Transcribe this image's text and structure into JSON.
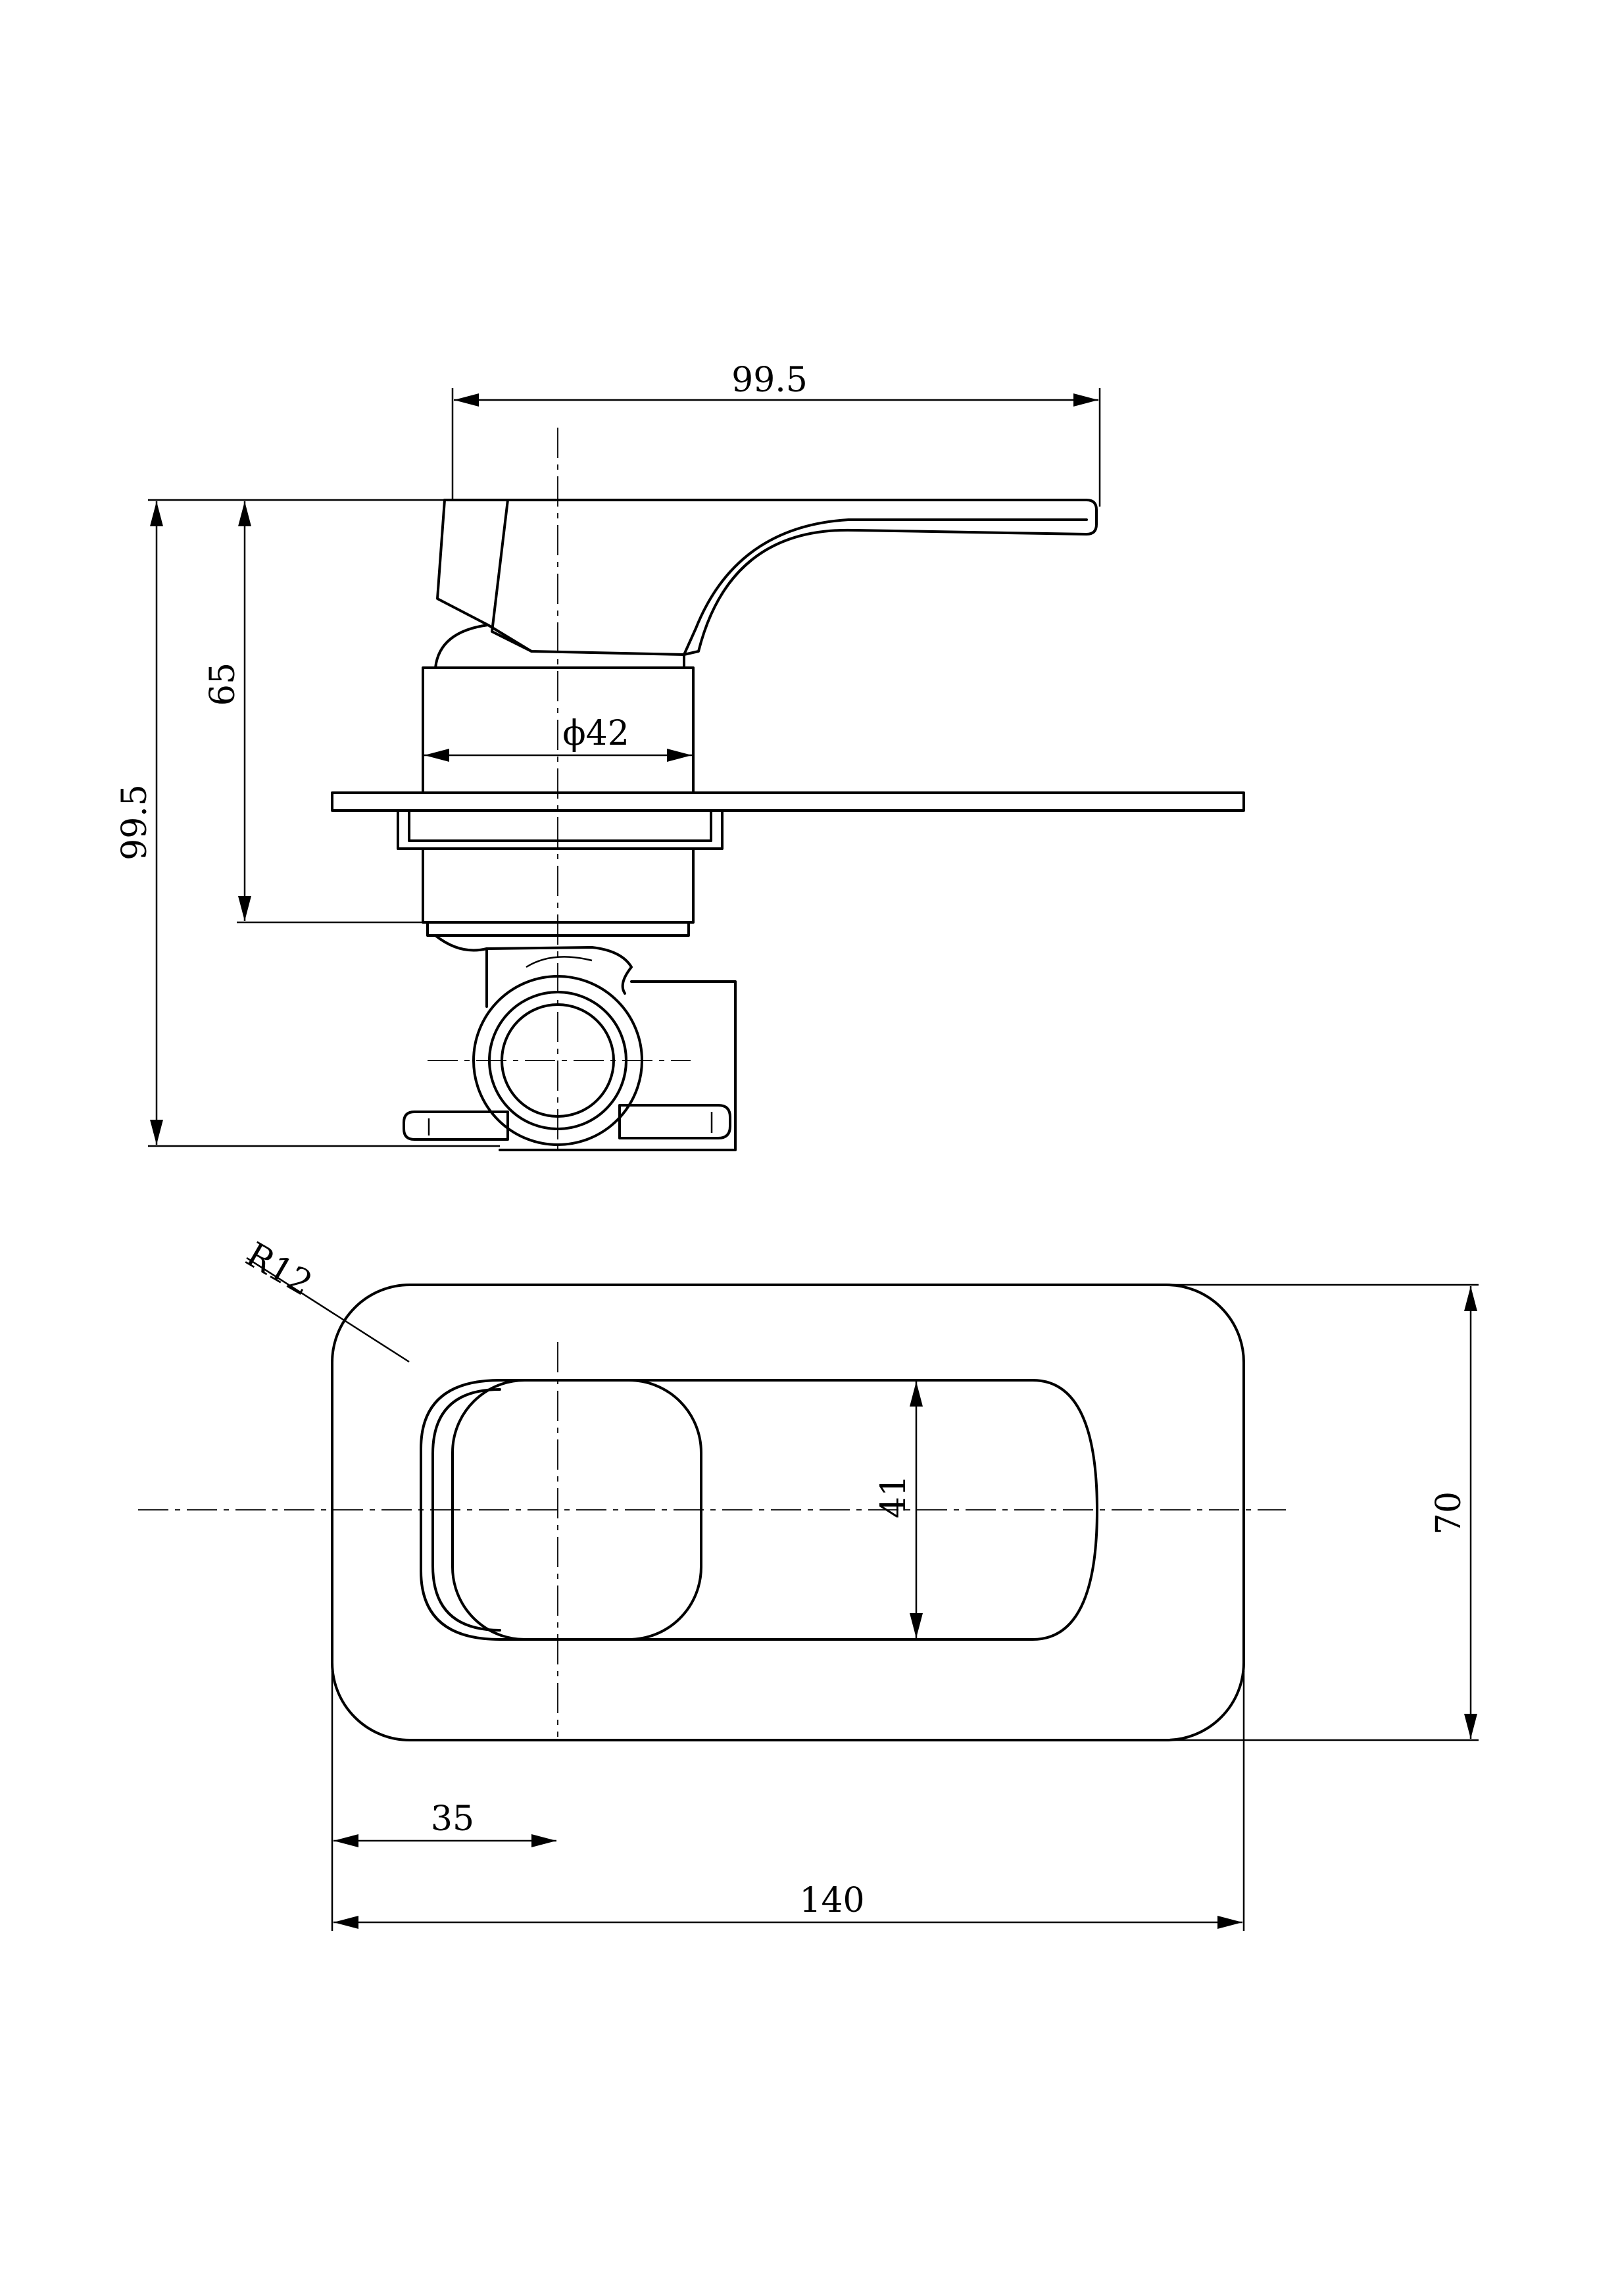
{
  "dimensions": {
    "side_view": {
      "handle_projection": "99.5",
      "total_height": "99.5",
      "cover_to_handle": "65",
      "body_diameter": "ϕ42"
    },
    "plan_view": {
      "corner_radius": "R12",
      "inner_height": "41",
      "plate_height": "70",
      "offset_to_axis": "35",
      "plate_width": "140"
    }
  }
}
